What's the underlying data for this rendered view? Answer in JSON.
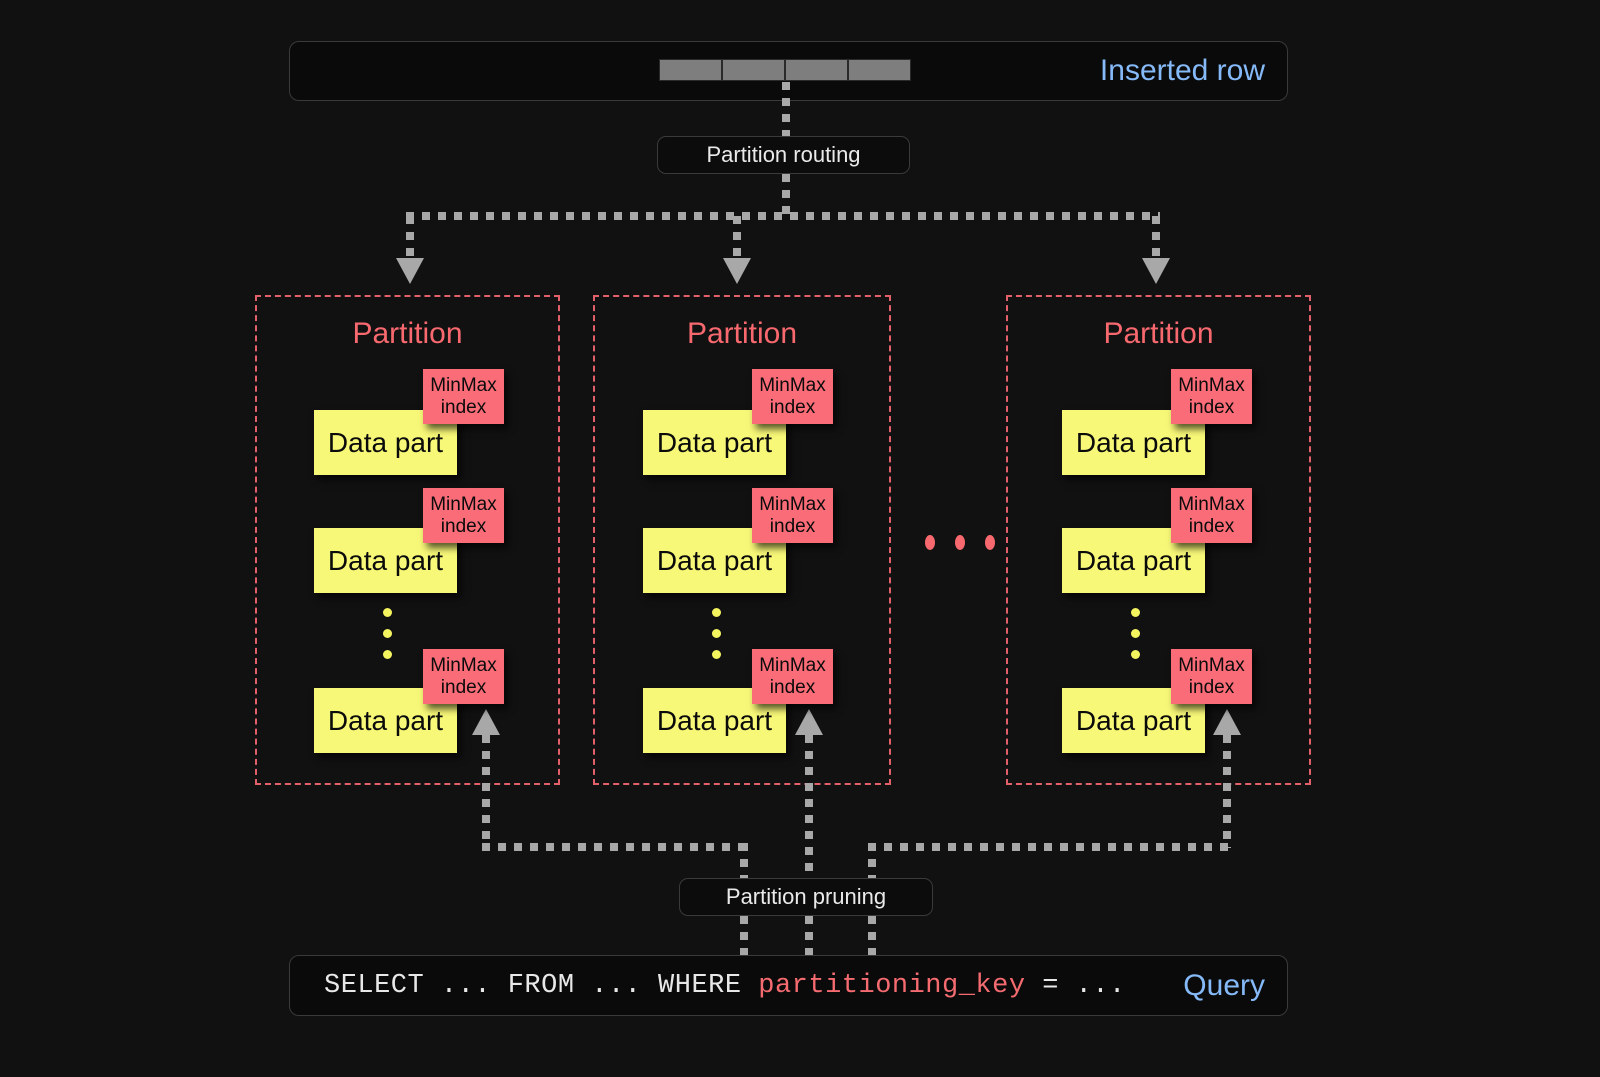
{
  "diagram": {
    "background_color": "#111111",
    "accent_blue": "#85b9f7",
    "accent_red": "#f8696f",
    "data_part_color": "#f7f778",
    "minmax_color": "#fa6c78",
    "connector_color": "#a8a8a8"
  },
  "inserted_row": {
    "label": "Inserted row",
    "cell_count": 4
  },
  "routing": {
    "label": "Partition routing"
  },
  "pruning": {
    "label": "Partition pruning"
  },
  "query": {
    "label": "Query",
    "prefix": "SELECT ... FROM ... WHERE ",
    "key": "partitioning_key",
    "suffix": " = ..."
  },
  "partition_label": "Partition",
  "data_part_label": "Data part",
  "minmax_line1": "MinMax",
  "minmax_line2": "index",
  "partitions": [
    {
      "title": "Partition",
      "parts": [
        {
          "label": "Data part",
          "index_line1": "MinMax",
          "index_line2": "index"
        },
        {
          "label": "Data part",
          "index_line1": "MinMax",
          "index_line2": "index"
        },
        {
          "label": "Data part",
          "index_line1": "MinMax",
          "index_line2": "index"
        }
      ]
    },
    {
      "title": "Partition",
      "parts": [
        {
          "label": "Data part",
          "index_line1": "MinMax",
          "index_line2": "index"
        },
        {
          "label": "Data part",
          "index_line1": "MinMax",
          "index_line2": "index"
        },
        {
          "label": "Data part",
          "index_line1": "MinMax",
          "index_line2": "index"
        }
      ]
    },
    {
      "title": "Partition",
      "parts": [
        {
          "label": "Data part",
          "index_line1": "MinMax",
          "index_line2": "index"
        },
        {
          "label": "Data part",
          "index_line1": "MinMax",
          "index_line2": "index"
        },
        {
          "label": "Data part",
          "index_line1": "MinMax",
          "index_line2": "index"
        }
      ]
    }
  ],
  "ellipsis": {
    "between_partitions_dots": 3,
    "within_partition_dots": 3
  }
}
